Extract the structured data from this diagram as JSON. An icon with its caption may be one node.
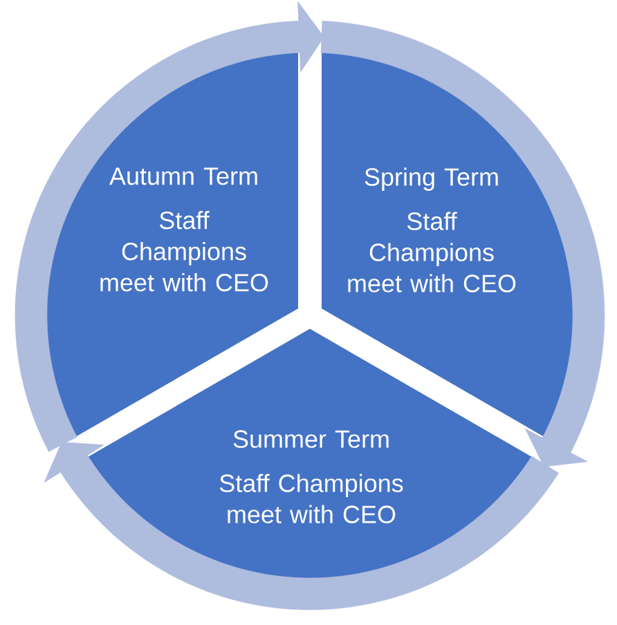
{
  "diagram": {
    "nodes": [
      {
        "text": [
          "Autumn Term",
          "Staff Champions meet with CEO"
        ]
      },
      {
        "text": [
          "Spring Term",
          "Staff Champions meet with CEO"
        ]
      },
      {
        "text": [
          "Summer Term",
          "Staff Champions meet with CEO"
        ]
      }
    ],
    "edges": [
      {
        "from": 0,
        "to": 1,
        "arrow": "to"
      },
      {
        "from": 1,
        "to": 2,
        "arrow": "to"
      },
      {
        "from": 2,
        "to": 0,
        "arrow": "to"
      }
    ]
  }
}
